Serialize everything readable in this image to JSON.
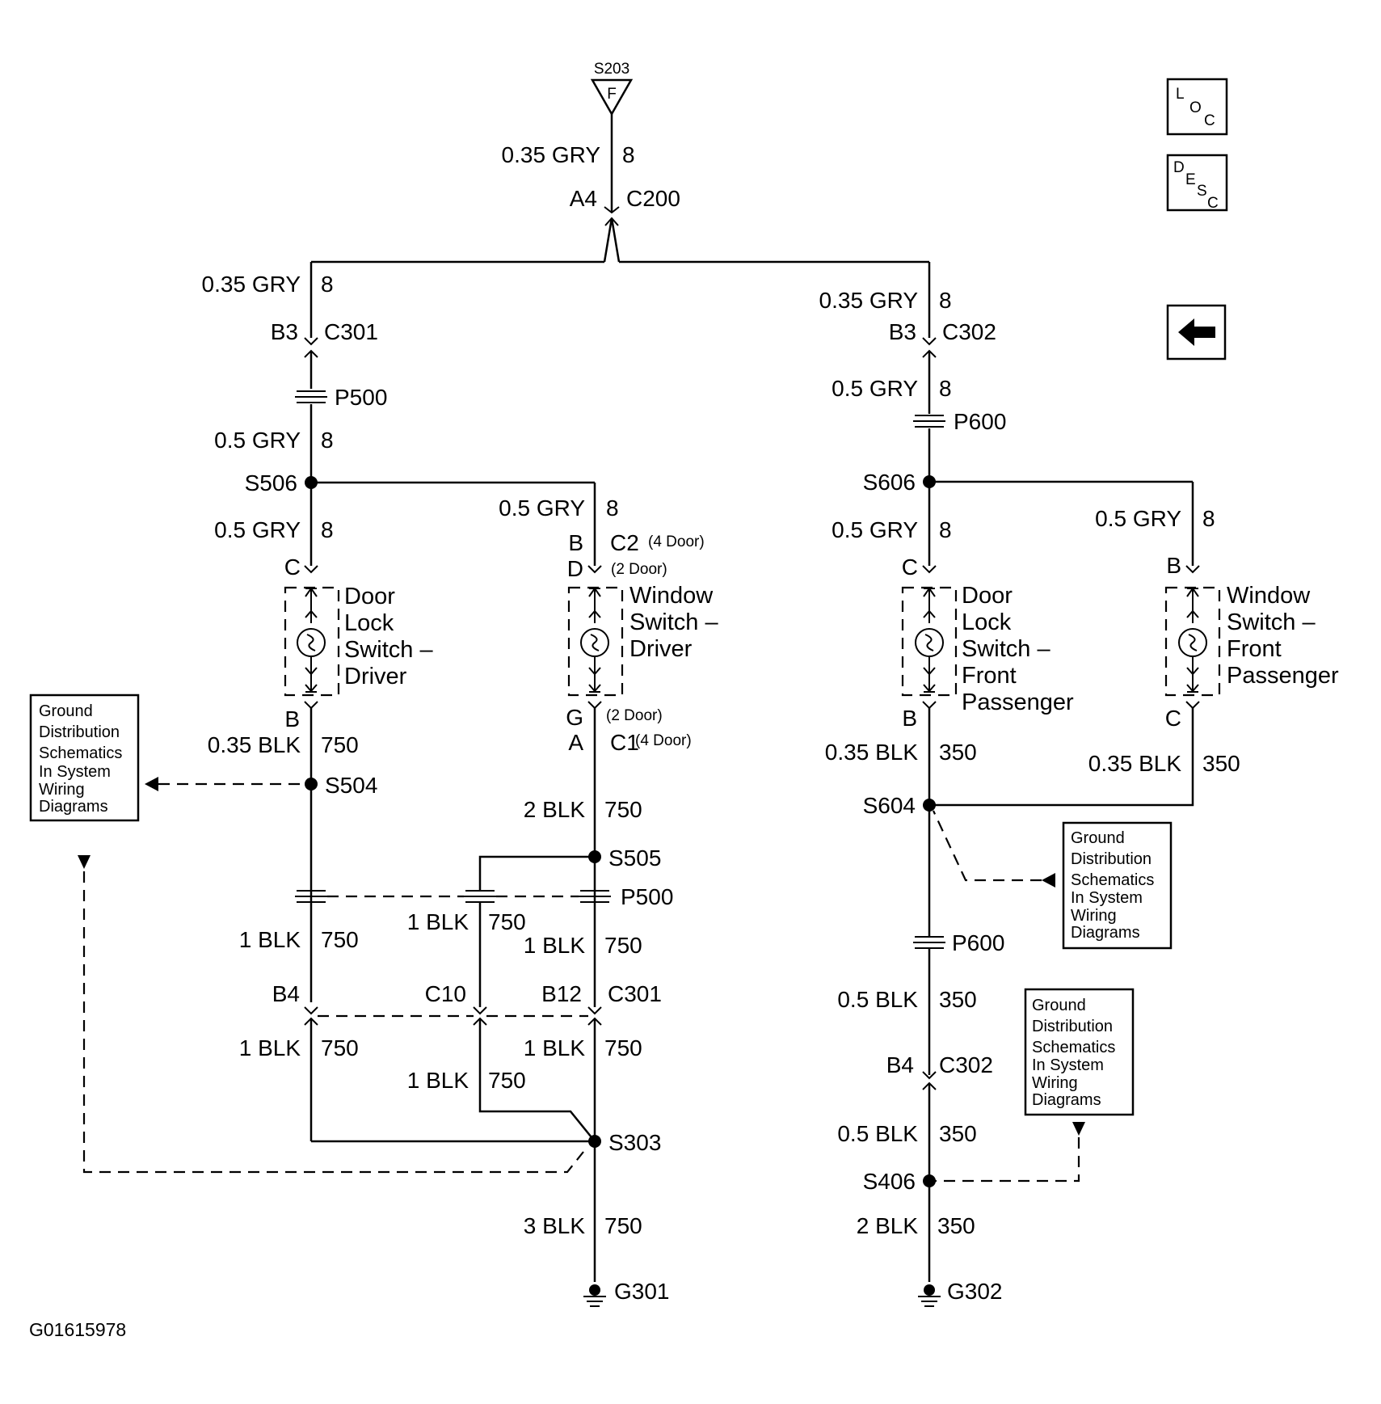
{
  "diagram_id": "G01615978",
  "buttons": {
    "loc": [
      "L",
      "O",
      "C"
    ],
    "desc": [
      "D",
      "E",
      "S",
      "C"
    ]
  },
  "top": {
    "splice": "S203",
    "splice_letter": "F",
    "wire": "0.35 GRY",
    "circuit": "8",
    "pin": "A4",
    "connector": "C200"
  },
  "left_branch": {
    "wire1": "0.35 GRY",
    "c1": "8",
    "pin_b3": "B3",
    "conn_c301": "C301",
    "p500": "P500",
    "wire2": "0.5 GRY",
    "c2": "8",
    "s506": "S506",
    "wire3": "0.5 GRY",
    "c3": "8",
    "pin_c": "C",
    "door_lock": [
      "Door",
      "Lock",
      "Switch –",
      "Driver"
    ],
    "pin_b": "B",
    "wire4": "0.35 BLK",
    "c4": "750",
    "s504": "S504",
    "wire5": "1 BLK",
    "c5": "750",
    "pin_b4": "B4",
    "wire6": "1 BLK",
    "c6": "750"
  },
  "window_driver": {
    "wire1": "0.5 GRY",
    "c1": "8",
    "pin_b": "B",
    "conn_c2": "C2",
    "c2_note": "(4 Door)",
    "pin_d": "D",
    "d_note": "(2 Door)",
    "label": [
      "Window",
      "Switch –",
      "Driver"
    ],
    "pin_g": "G",
    "g_note": "(2 Door)",
    "pin_a": "A",
    "conn_c1": "C1",
    "c1_note": "(4 Door)",
    "wire2": "2 BLK",
    "c2w": "750",
    "s505": "S505",
    "p500": "P500",
    "mid_wire": "1 BLK",
    "mid_c": "750",
    "wire3": "1 BLK",
    "c3": "750",
    "pin_c10": "C10",
    "pin_b12": "B12",
    "conn_c301": "C301",
    "wire4": "1 BLK",
    "c4": "750",
    "wire5": "1 BLK",
    "c5": "750",
    "s303": "S303",
    "wire6": "3 BLK",
    "c6": "750",
    "ground": "G301"
  },
  "right_branch": {
    "wire1": "0.35 GRY",
    "c1": "8",
    "pin_b3": "B3",
    "conn_c302": "C302",
    "wire2": "0.5 GRY",
    "c2": "8",
    "p600": "P600",
    "s606": "S606",
    "wire3": "0.5 GRY",
    "c3": "8",
    "pin_c": "C",
    "door_lock": [
      "Door",
      "Lock",
      "Switch –",
      "Front",
      "Passenger"
    ],
    "pin_b": "B",
    "wire4": "0.35 BLK",
    "c4": "350",
    "s604": "S604",
    "p600b": "P600",
    "wire5": "0.5 BLK",
    "c5": "350",
    "pin_b4": "B4",
    "conn_c302b": "C302",
    "wire6": "0.5 BLK",
    "c6": "350",
    "s406": "S406",
    "wire7": "2 BLK",
    "c7": "350",
    "ground": "G302"
  },
  "window_passenger": {
    "wire1": "0.5 GRY",
    "c1": "8",
    "pin_b": "B",
    "label": [
      "Window",
      "Switch –",
      "Front",
      "Passenger"
    ],
    "pin_c": "C",
    "wire2": "0.35 BLK",
    "c2": "350"
  },
  "ground_ref": [
    "Ground",
    "Distribution",
    "Schematics",
    "In System",
    "Wiring",
    "Diagrams"
  ]
}
